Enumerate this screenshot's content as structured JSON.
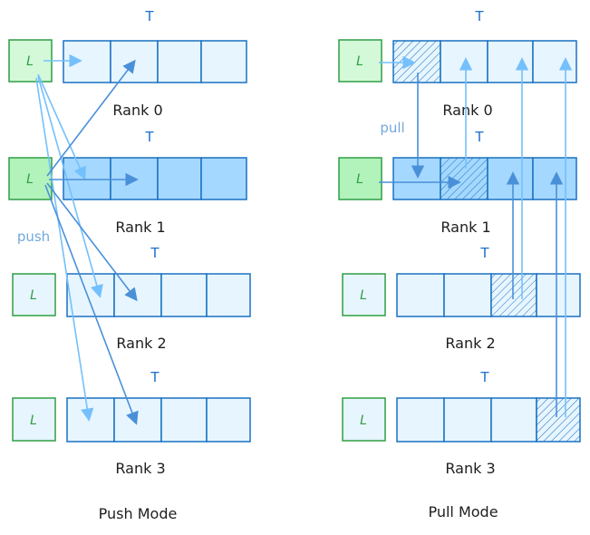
{
  "labels": {
    "t": "T",
    "l": "L",
    "push_note": "push",
    "pull_note": "pull"
  },
  "push_mode": {
    "title": "Push Mode",
    "ranks": [
      "Rank 0",
      "Rank 1",
      "Rank 2",
      "Rank 3"
    ]
  },
  "pull_mode": {
    "title": "Pull Mode",
    "ranks": [
      "Rank 0",
      "Rank 1",
      "Rank 2",
      "Rank 3"
    ]
  },
  "colors": {
    "tensor_fill": "#e7f5ff",
    "tensor_fill_active": "#a5d8ff",
    "tensor_stroke": "#1971c2",
    "local_fill": "#d3f9d8",
    "local_fill_active": "#b2f2bb",
    "local_stroke": "#2f9e44",
    "arrow_light": "#74c0fc",
    "arrow_dark": "#4a90d9",
    "note_color": "#74a8d9"
  }
}
